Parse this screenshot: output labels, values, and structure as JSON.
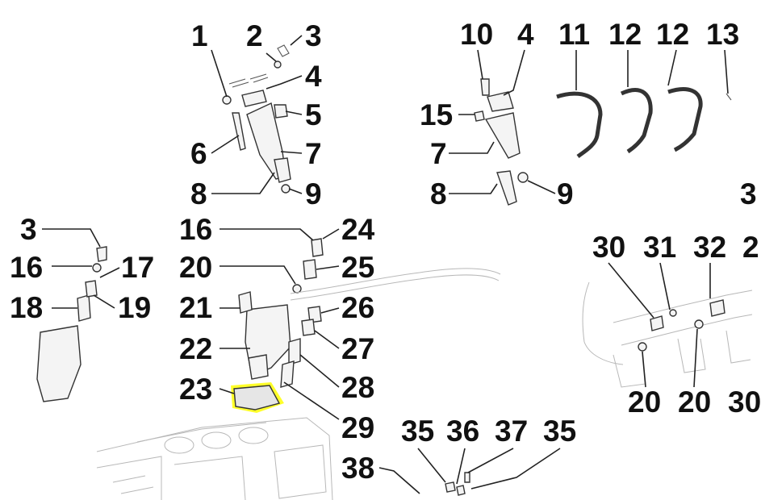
{
  "diagram": {
    "highlight_color": "#ffff2a",
    "callouts": {
      "c1": "1",
      "c2": "2",
      "c3a": "3",
      "c4a": "4",
      "c5": "5",
      "c6": "6",
      "c7a": "7",
      "c8a": "8",
      "c9a": "9",
      "c10": "10",
      "c4b": "4",
      "c11": "11",
      "c12a": "12",
      "c12b": "12",
      "c13": "13",
      "c15": "15",
      "c7b": "7",
      "c8b": "8",
      "c9b": "9",
      "c3b": "3",
      "c16a": "16",
      "c17": "17",
      "c18": "18",
      "c19": "19",
      "c16b": "16",
      "c24": "24",
      "c20a": "20",
      "c25": "25",
      "c21": "21",
      "c26": "26",
      "c22": "22",
      "c27": "27",
      "c23": "23",
      "c28": "28",
      "c29": "29",
      "c30a": "30",
      "c31": "31",
      "c32": "32",
      "c20b": "20",
      "c20c": "20",
      "c35a": "35",
      "c36": "36",
      "c37": "37",
      "c35b": "35",
      "c38": "38"
    },
    "cut_labels": {
      "top_right_edge": "3",
      "row2_right_edge": "2",
      "bottom_right_edge": "30"
    }
  }
}
